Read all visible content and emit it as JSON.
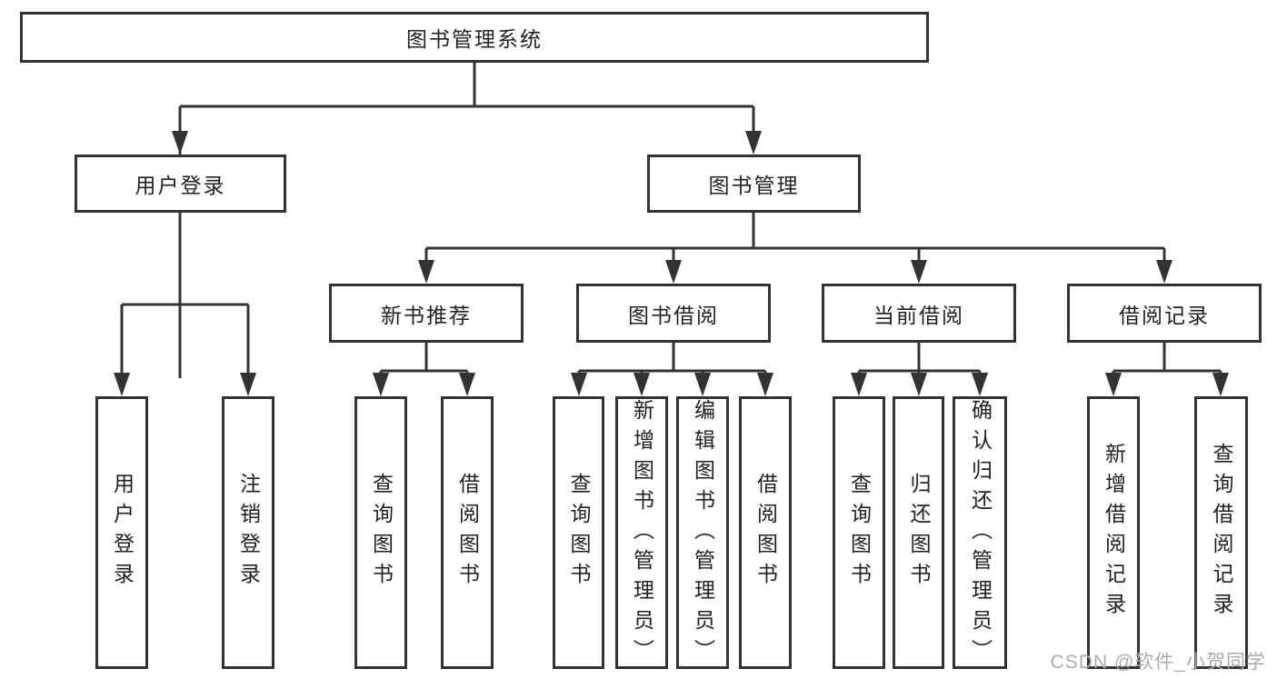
{
  "colors": {
    "line": "#333333",
    "box_border": "#333333",
    "text": "#222222",
    "watermark": "#ababab",
    "background": "#ffffff"
  },
  "tree": {
    "root": {
      "label": "图书管理系统"
    },
    "branches": [
      {
        "label": "用户登录",
        "children": [
          {
            "label": "用户登录"
          },
          {
            "label": "注销登录"
          }
        ]
      },
      {
        "label": "图书管理",
        "children": [
          {
            "label": "新书推荐",
            "children": [
              {
                "label": "查询图书"
              },
              {
                "label": "借阅图书"
              }
            ]
          },
          {
            "label": "图书借阅",
            "children": [
              {
                "label": "查询图书"
              },
              {
                "label": "新增图书（管理员）"
              },
              {
                "label": "编辑图书（管理员）"
              },
              {
                "label": "借阅图书"
              }
            ]
          },
          {
            "label": "当前借阅",
            "children": [
              {
                "label": "查询图书"
              },
              {
                "label": "归还图书"
              },
              {
                "label": "确认归还（管理员）"
              }
            ]
          },
          {
            "label": "借阅记录",
            "children": [
              {
                "label": "新增借阅记录"
              },
              {
                "label": "查询借阅记录"
              }
            ]
          }
        ]
      }
    ]
  },
  "watermark": "CSDN @软件_小贺同学"
}
